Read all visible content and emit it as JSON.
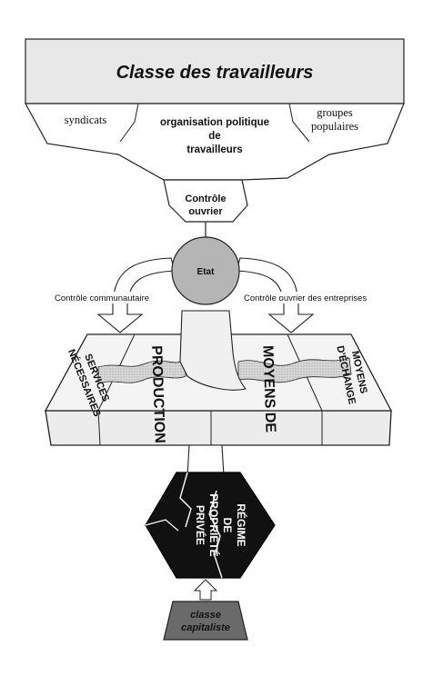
{
  "top_box": {
    "title": "Classe des travailleurs"
  },
  "orgs": {
    "syndicats": "syndicats",
    "org_line1": "organisation politique",
    "org_line2": "de",
    "org_line3": "travailleurs",
    "groupes_line1": "groupes",
    "groupes_line2": "populaires"
  },
  "controle_ouvrier": {
    "line1": "Contrôle",
    "line2": "ouvrier"
  },
  "etat": {
    "label": "Etat"
  },
  "arrows": {
    "left_label": "Contrôle communautaire",
    "right_label": "Contrôle ouvrier des entreprises"
  },
  "platform": {
    "services_line1": "SERVICES",
    "services_line2": "NÉCESSAIRES",
    "production": "PRODUCTION",
    "moyens_de": "MOYENS DE",
    "echange_line1": "MOYENS",
    "echange_line2": "D'ÉCHANGE"
  },
  "regime": {
    "line1": "RÉGIME",
    "line2": "DE",
    "line3": "PROPRIÉTÉ",
    "line4": "PRIVÉE"
  },
  "capitaliste": {
    "line1": "classe",
    "line2": "capitaliste"
  },
  "colors": {
    "light_box": "#e8e8e8",
    "etat_fill": "#b5b5b5",
    "dark": "#111111",
    "capitalist_fill": "#6a6a6a"
  }
}
